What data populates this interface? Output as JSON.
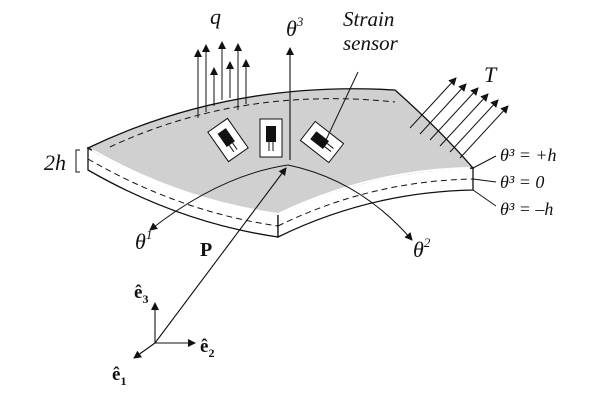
{
  "colors": {
    "shell_fill": "#d0d0d0",
    "shell_edge": "#ffffff",
    "stroke": "#111111",
    "background": "#ffffff"
  },
  "labels": {
    "q": "q",
    "theta3_top": "θ",
    "theta3_top_sup": "3",
    "strain_sensor_line1": "Strain",
    "strain_sensor_line2": "sensor",
    "T": "T",
    "thickness": "2h",
    "theta1": "θ",
    "theta1_sup": "1",
    "theta2": "θ",
    "theta2_sup": "2",
    "P": "P",
    "plane_plus": "θ³ = +h",
    "plane_zero": "θ³ = 0",
    "plane_minus": "θ³ = –h",
    "e1": "ê",
    "e1_sub": "1",
    "e2": "ê",
    "e2_sub": "2",
    "e3": "ê",
    "e3_sub": "3"
  }
}
